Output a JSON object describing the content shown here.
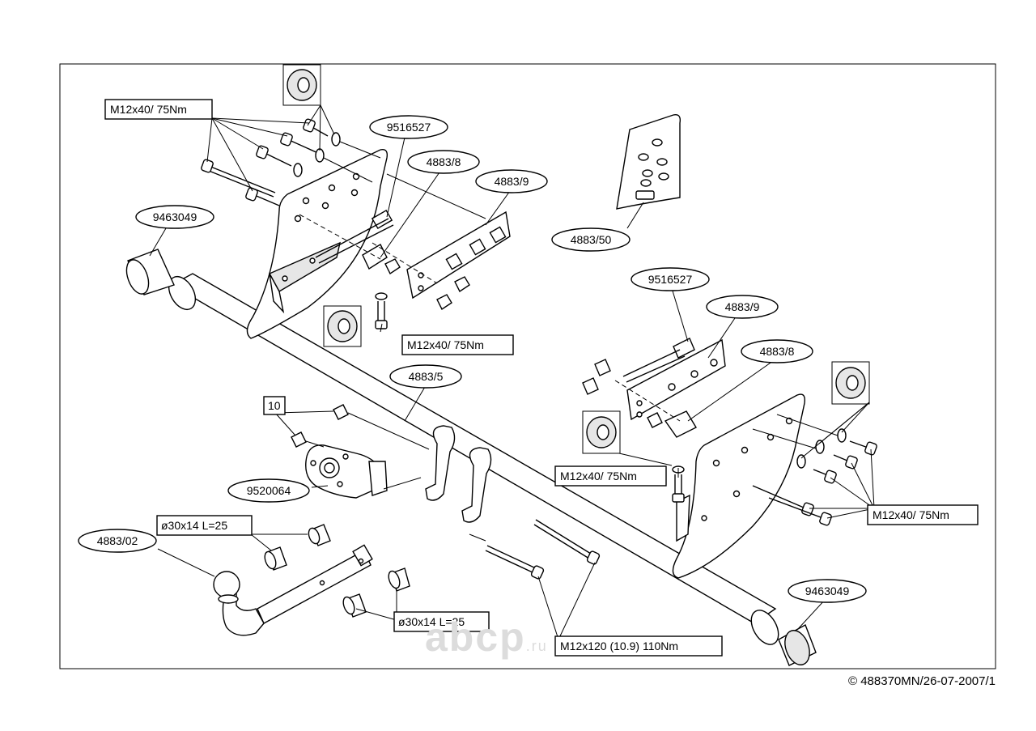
{
  "labels": {
    "bolt_tl": "M12x40/ 75Nm",
    "bolt_cl": "M12x40/ 75Nm",
    "bolt_cr": "M12x40/ 75Nm",
    "bolt_rr": "M12x40/ 75Nm",
    "part_9516527_l": "9516527",
    "part_9516527_r": "9516527",
    "part_4883_8_l": "4883/8",
    "part_4883_8_r": "4883/8",
    "part_4883_9_l": "4883/9",
    "part_4883_9_r": "4883/9",
    "part_4883_50": "4883/50",
    "part_9463049_l": "9463049",
    "part_9463049_r": "9463049",
    "part_4883_5": "4883/5",
    "part_10": "10",
    "part_9520064": "9520064",
    "part_4883_02": "4883/02",
    "bushing_top": "ø30x14 L=25",
    "bushing_bottom": "ø30x14 L=25",
    "bolt_main": "M12x120 (10.9) 110Nm"
  },
  "copyright": "© 488370MN/26-07-2007/1",
  "watermark": {
    "main": "abcp",
    "suffix": ".ru"
  }
}
